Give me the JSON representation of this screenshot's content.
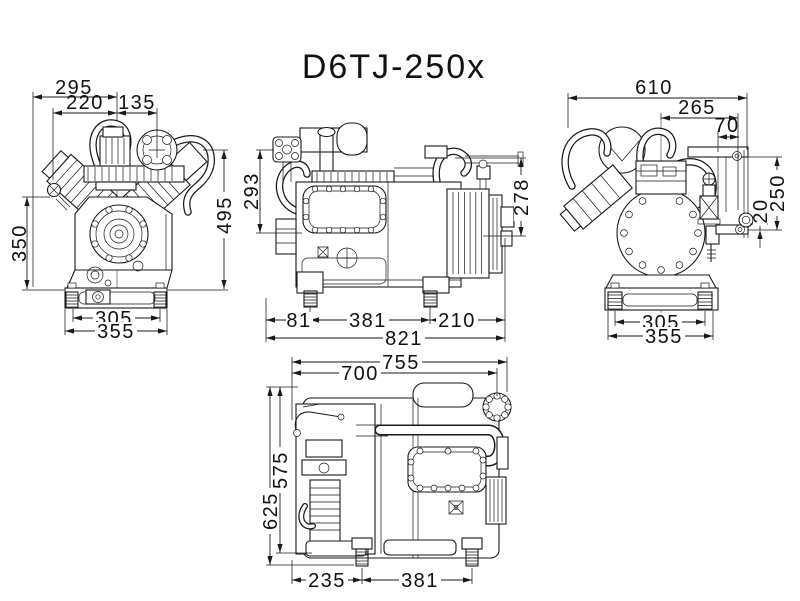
{
  "title": "D6TJ-250x",
  "colors": {
    "line": "#1a1a1a",
    "background": "#ffffff"
  },
  "views": {
    "front": {
      "label": "front-view",
      "dims": {
        "top_total": "295",
        "top_left": "220",
        "top_right": "135",
        "height_front": "350",
        "height_overall": "495",
        "feet_pitch": "305",
        "base_width": "355"
      }
    },
    "side": {
      "label": "side-view",
      "dims": {
        "height_left": "293",
        "height_right": "278",
        "foot_inset": "81",
        "feet_pitch": "381",
        "rear_overhang": "210",
        "length_overall": "821"
      }
    },
    "back": {
      "label": "back-view",
      "dims": {
        "width_overall": "610",
        "offset_center": "265",
        "offset_valve": "70",
        "height_bracket": "250",
        "step": "20",
        "feet_pitch": "305",
        "base_width": "355"
      }
    },
    "top": {
      "label": "top-view",
      "dims": {
        "length_to_flange": "755",
        "length_body": "700",
        "width_inner": "575",
        "width_overall": "625",
        "foot_offset": "235",
        "feet_pitch": "381"
      }
    }
  }
}
